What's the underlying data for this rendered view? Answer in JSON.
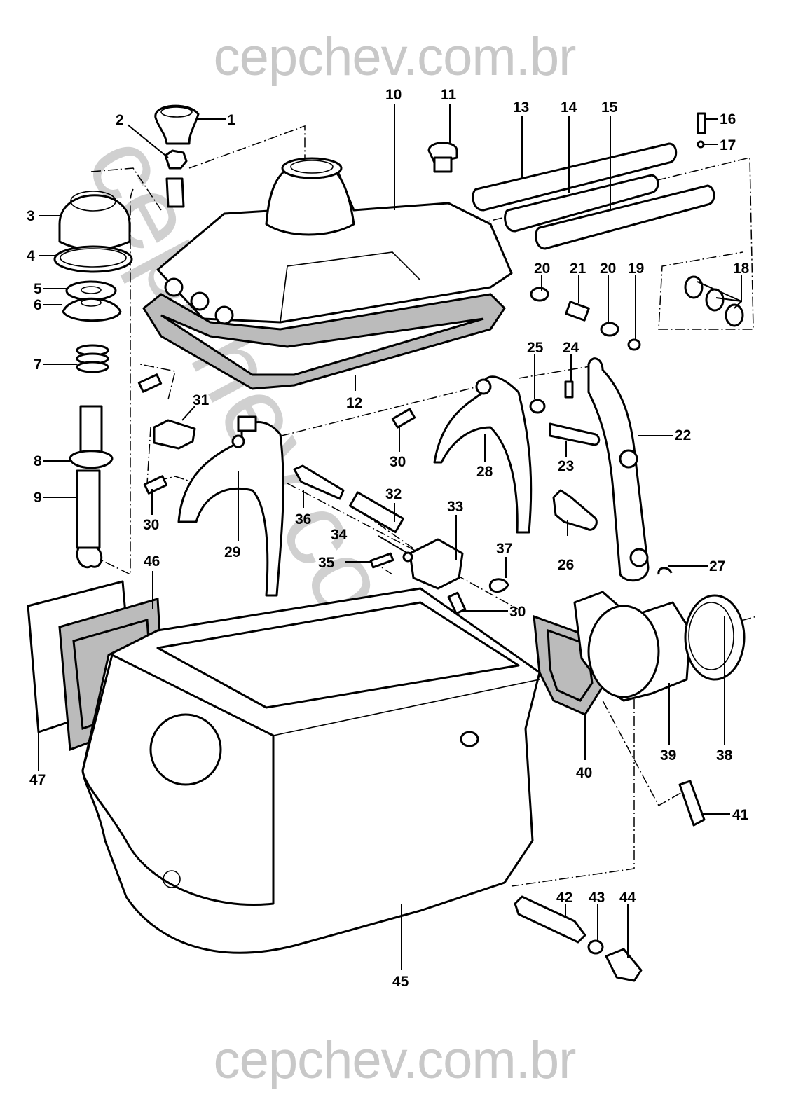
{
  "watermark": {
    "top": "cepchev.com.br",
    "bottom": "cepchev.com.br",
    "diagonal": "cepchev.com.br"
  },
  "diagram": {
    "type": "exploded-parts-view",
    "subject": "transmission housing, shift cover and shift mechanism",
    "part_callouts": [
      "1",
      "2",
      "3",
      "4",
      "5",
      "6",
      "7",
      "8",
      "9",
      "10",
      "11",
      "12",
      "13",
      "14",
      "15",
      "16",
      "17",
      "18",
      "19",
      "20",
      "20",
      "21",
      "22",
      "23",
      "24",
      "25",
      "26",
      "27",
      "28",
      "29",
      "30",
      "30",
      "30",
      "30",
      "31",
      "32",
      "33",
      "34",
      "35",
      "36",
      "37",
      "38",
      "39",
      "40",
      "41",
      "42",
      "43",
      "44",
      "45",
      "46",
      "47"
    ],
    "labels": {
      "l1": "1",
      "l2": "2",
      "l3": "3",
      "l4": "4",
      "l5": "5",
      "l6": "6",
      "l7": "7",
      "l8": "8",
      "l9": "9",
      "l10": "10",
      "l11": "11",
      "l12": "12",
      "l13": "13",
      "l14": "14",
      "l15": "15",
      "l16": "16",
      "l17": "17",
      "l18": "18",
      "l19": "19",
      "l20a": "20",
      "l20b": "20",
      "l21": "21",
      "l22": "22",
      "l23": "23",
      "l24": "24",
      "l25": "25",
      "l26": "26",
      "l27": "27",
      "l28": "28",
      "l29": "29",
      "l30a": "30",
      "l30b": "30",
      "l30c": "30",
      "l31": "31",
      "l32": "32",
      "l33": "33",
      "l34": "34",
      "l35": "35",
      "l36": "36",
      "l37": "37",
      "l38": "38",
      "l39": "39",
      "l40": "40",
      "l41": "41",
      "l42": "42",
      "l43": "43",
      "l44": "44",
      "l45": "45",
      "l46": "46",
      "l47": "47"
    }
  }
}
